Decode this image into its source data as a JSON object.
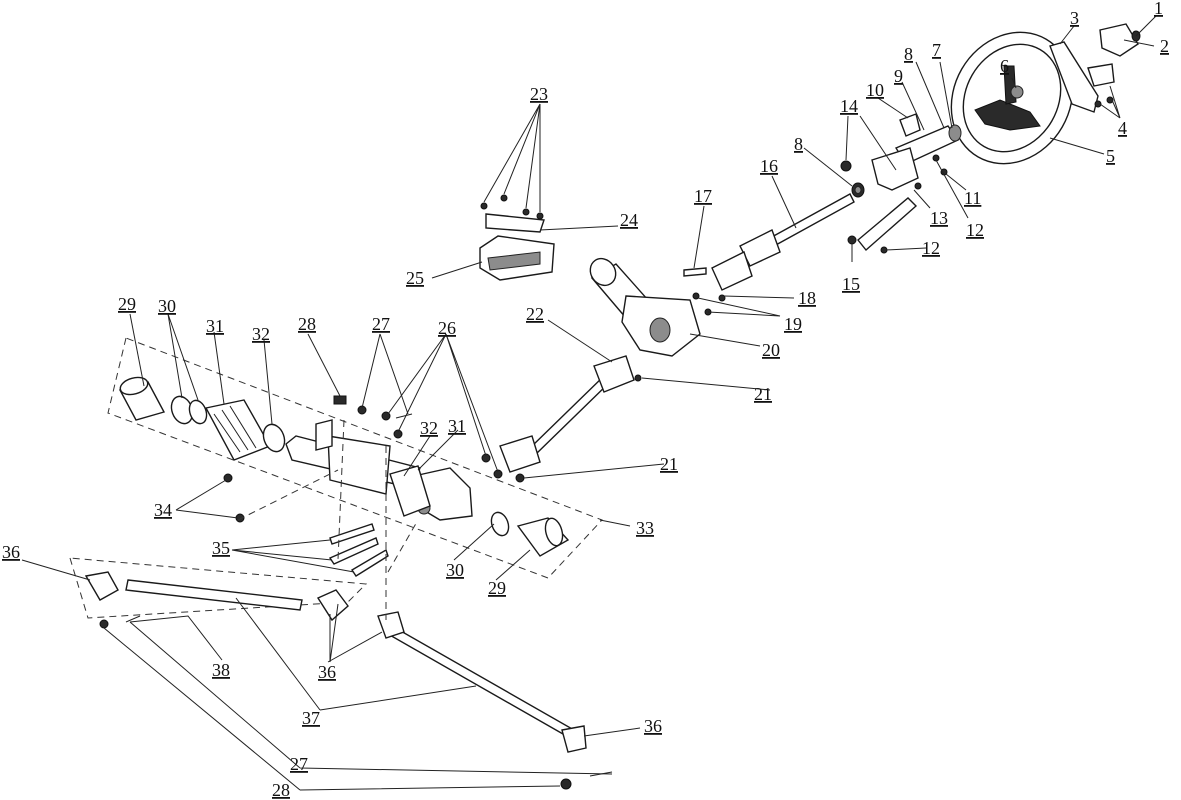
{
  "diagram": {
    "labels": [
      {
        "id": "l1",
        "text": "1"
      },
      {
        "id": "l2",
        "text": "2"
      },
      {
        "id": "l3",
        "text": "3"
      },
      {
        "id": "l4",
        "text": "4"
      },
      {
        "id": "l5",
        "text": "5"
      },
      {
        "id": "l6",
        "text": "6"
      },
      {
        "id": "l7",
        "text": "7"
      },
      {
        "id": "l8a",
        "text": "8"
      },
      {
        "id": "l8b",
        "text": "8"
      },
      {
        "id": "l9",
        "text": "9"
      },
      {
        "id": "l10",
        "text": "10"
      },
      {
        "id": "l11",
        "text": "11"
      },
      {
        "id": "l12a",
        "text": "12"
      },
      {
        "id": "l12b",
        "text": "12"
      },
      {
        "id": "l13",
        "text": "13"
      },
      {
        "id": "l14",
        "text": "14"
      },
      {
        "id": "l15",
        "text": "15"
      },
      {
        "id": "l16",
        "text": "16"
      },
      {
        "id": "l17",
        "text": "17"
      },
      {
        "id": "l18",
        "text": "18"
      },
      {
        "id": "l19",
        "text": "19"
      },
      {
        "id": "l20",
        "text": "20"
      },
      {
        "id": "l21a",
        "text": "21"
      },
      {
        "id": "l21b",
        "text": "21"
      },
      {
        "id": "l22",
        "text": "22"
      },
      {
        "id": "l23",
        "text": "23"
      },
      {
        "id": "l24",
        "text": "24"
      },
      {
        "id": "l25",
        "text": "25"
      },
      {
        "id": "l26",
        "text": "26"
      },
      {
        "id": "l27a",
        "text": "27"
      },
      {
        "id": "l27b",
        "text": "27"
      },
      {
        "id": "l28a",
        "text": "28"
      },
      {
        "id": "l28b",
        "text": "28"
      },
      {
        "id": "l29a",
        "text": "29"
      },
      {
        "id": "l29b",
        "text": "29"
      },
      {
        "id": "l30a",
        "text": "30"
      },
      {
        "id": "l30b",
        "text": "30"
      },
      {
        "id": "l31a",
        "text": "31"
      },
      {
        "id": "l31b",
        "text": "31"
      },
      {
        "id": "l32a",
        "text": "32"
      },
      {
        "id": "l32b",
        "text": "32"
      },
      {
        "id": "l33",
        "text": "33"
      },
      {
        "id": "l34",
        "text": "34"
      },
      {
        "id": "l35",
        "text": "35"
      },
      {
        "id": "l36a",
        "text": "36"
      },
      {
        "id": "l36b",
        "text": "36"
      },
      {
        "id": "l36c",
        "text": "36"
      },
      {
        "id": "l36d",
        "text": "36"
      },
      {
        "id": "l37",
        "text": "37"
      },
      {
        "id": "l38",
        "text": "38"
      }
    ]
  }
}
